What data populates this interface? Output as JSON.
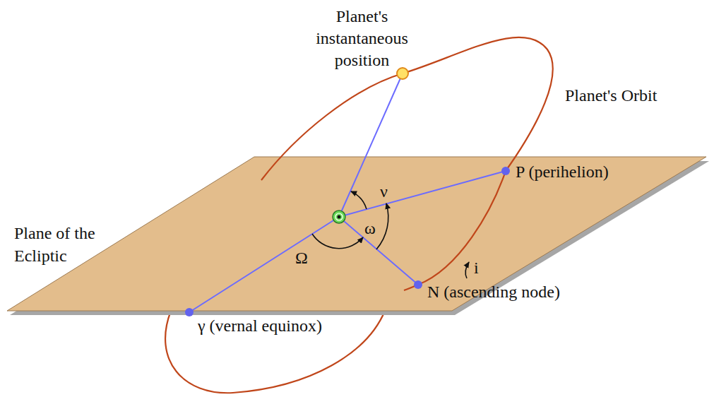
{
  "diagram": {
    "labels": [
      "Planet's instantaneous position",
      "Planet's Orbit",
      "Plane of the Ecliptic",
      "P (perihelion)",
      "N (ascending node)",
      "γ (vernal equinox)",
      "ν",
      "ω",
      "Ω",
      "i"
    ]
  }
}
